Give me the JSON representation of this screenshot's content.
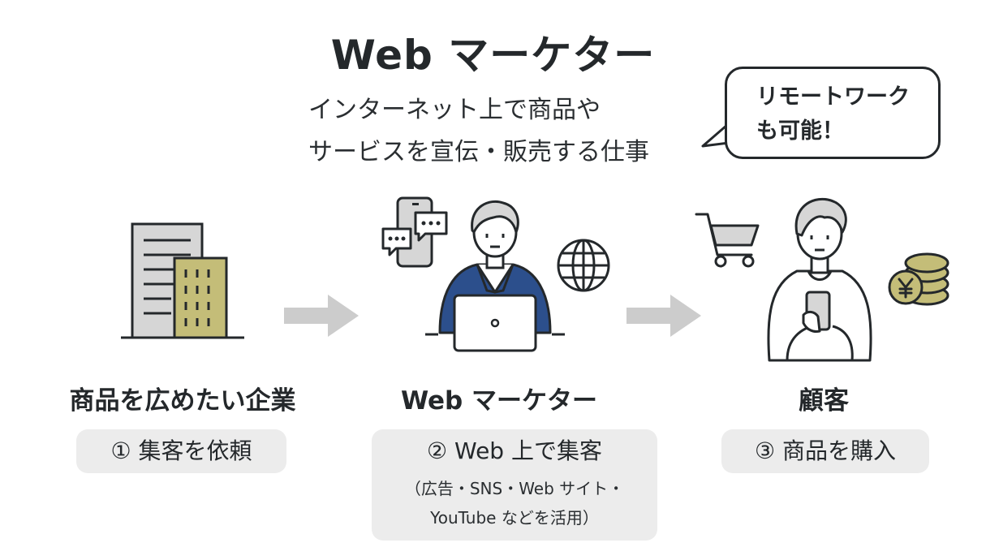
{
  "title": "Web マーケター",
  "subtitle": {
    "line1": "インターネット上で商品や",
    "line2": "サービスを宣伝・販売する仕事"
  },
  "bubble": {
    "line1": "リモートワーク",
    "line2": "も可能！"
  },
  "steps": [
    {
      "label": "商品を広めたい企業",
      "pill": "① 集客を依頼"
    },
    {
      "label": "Web マーケター",
      "pill": "② Web 上で集客",
      "note1": "（広告・SNS・Web サイト・",
      "note2": "YouTube などを活用）"
    },
    {
      "label": "顧客",
      "pill": "③ 商品を購入"
    }
  ],
  "colors": {
    "text": "#24282b",
    "pill_bg": "#ececec",
    "arrow": "#cccccc",
    "olive": "#c4bd78",
    "building_gray": "#d6d6d6",
    "jacket_blue": "#2c4f8c"
  },
  "icons": [
    "building-icon",
    "arrow-right-icon",
    "marketer-laptop-icon",
    "smartphone-chat-icon",
    "globe-icon",
    "shopping-cart-icon",
    "customer-smartphone-icon",
    "yen-coins-icon"
  ]
}
